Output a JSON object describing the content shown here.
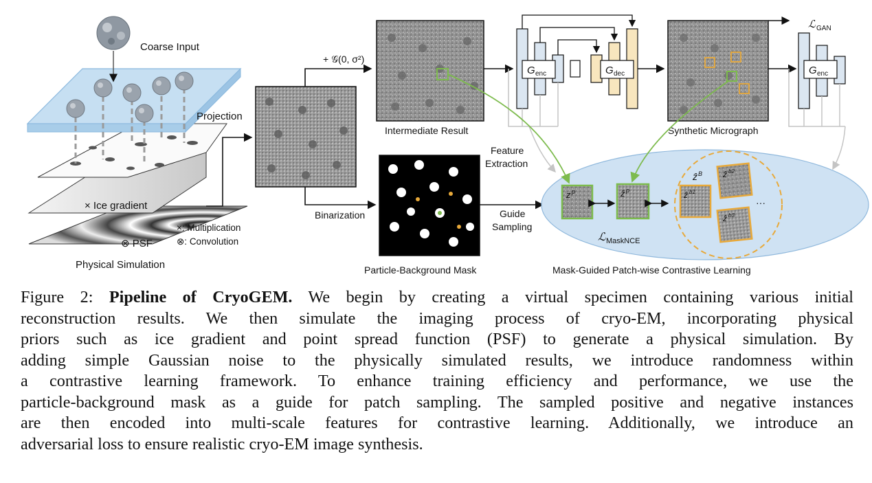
{
  "figure": {
    "physical_simulation": {
      "coarse_input": "Coarse Input",
      "projection": "Projection",
      "ice_gradient": "× Ice gradient",
      "psf": "⊗ PSF",
      "multiplication": "×: Multiplication",
      "convolution": "⊗: Convolution",
      "title": "Physical Simulation"
    },
    "noise_label": "+ 𝒢(0, σ²)",
    "binarization": "Binarization",
    "intermediate_result": "Intermediate Result",
    "feature_extraction": [
      "Feature",
      "Extraction"
    ],
    "guide_sampling": [
      "Guide",
      "Sampling"
    ],
    "particle_mask": "Particle-Background Mask",
    "generator": {
      "enc": "enc",
      "dec": "dec",
      "symbol": "G"
    },
    "synthetic_micrograph": "Synthetic Micrograph",
    "loss_gan": {
      "symbol": "ℒ",
      "sub": "GAN"
    },
    "loss_masknce": {
      "symbol": "ℒ",
      "sub": "MaskNCE"
    },
    "contrastive_title": "Mask-Guided Patch-wise Contrastive Learning",
    "patches": {
      "z_p": "z",
      "z_p_sup": "p",
      "zhat_p": "ẑ",
      "zhat_p_sup": "p",
      "zhat_B": "ẑ",
      "zhat_B_sup": "B",
      "neg1_sup": "b1",
      "neg2_sup": "b2",
      "neg3_sup": "b3",
      "ellipsis": "···"
    },
    "colors": {
      "green": "#7dbb4d",
      "orange": "#e8a93a",
      "encoder_fill": "#dbe6f1",
      "decoder_fill": "#f8e6be",
      "ellipse_fill": "#cfe2f3",
      "slab_fill": "#bcd9f0"
    }
  },
  "caption": {
    "label": "Figure 2: ",
    "bold": "Pipeline of CryoGEM.",
    "lines": [
      " We begin by creating a virtual specimen containing various initial",
      "reconstruction results. We then simulate the imaging process of cryo-EM, incorporating physical",
      "priors such as ice gradient and point spread function (PSF) to generate a physical simulation. By",
      "adding simple Gaussian noise to the physically simulated results, we introduce randomness within",
      "a contrastive learning framework.  To enhance training efficiency and performance, we use the",
      "particle-background mask as a guide for patch sampling. The sampled positive and negative instances",
      "are then encoded into multi-scale features for contrastive learning. Additionally, we introduce an",
      "adversarial loss to ensure realistic cryo-EM image synthesis."
    ]
  }
}
